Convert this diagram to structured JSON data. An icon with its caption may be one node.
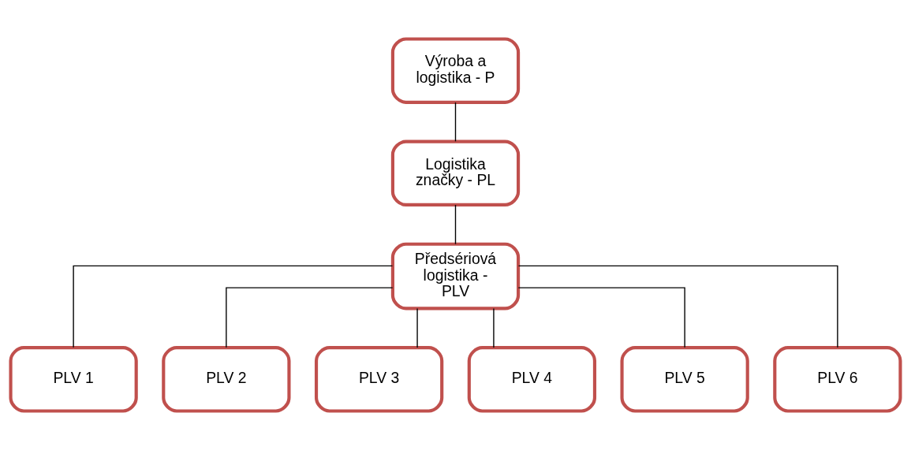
{
  "diagram": {
    "nodes": [
      {
        "text": [
          "Výroba a logistika - P"
        ]
      },
      {
        "text": [
          "Logistika značky - PL"
        ]
      },
      {
        "text": [
          "Předsériová logistika - PLV"
        ]
      },
      {
        "text": [
          "PLV 1"
        ]
      },
      {
        "text": [
          "PLV 2"
        ]
      },
      {
        "text": [
          "PLV 3"
        ]
      },
      {
        "text": [
          "PLV 4"
        ]
      },
      {
        "text": [
          "PLV 5"
        ]
      },
      {
        "text": [
          "PLV 6"
        ]
      }
    ],
    "edges": [
      {
        "from": 0,
        "to": 1,
        "arrow": "none"
      },
      {
        "from": 1,
        "to": 2,
        "arrow": "none"
      },
      {
        "from": 2,
        "to": 3,
        "arrow": "none"
      },
      {
        "from": 2,
        "to": 4,
        "arrow": "none"
      },
      {
        "from": 2,
        "to": 5,
        "arrow": "none"
      },
      {
        "from": 2,
        "to": 6,
        "arrow": "none"
      },
      {
        "from": 2,
        "to": 7,
        "arrow": "none"
      },
      {
        "from": 2,
        "to": 8,
        "arrow": "none"
      }
    ]
  }
}
